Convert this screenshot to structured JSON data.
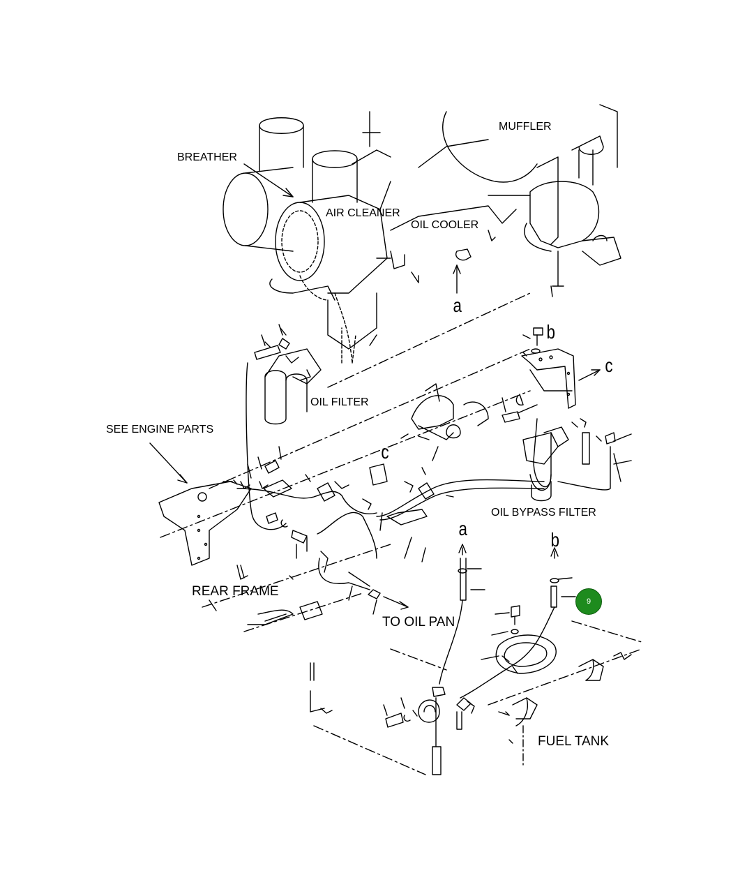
{
  "labels": {
    "muffler": "MUFFLER",
    "breather": "BREATHER",
    "air_cleaner": "AIR CLEANER",
    "oil_cooler": "OIL COOLER",
    "oil_filter": "OIL FILTER",
    "see_engine_parts": "SEE ENGINE PARTS",
    "oil_bypass_filter": "OIL BYPASS FILTER",
    "rear_frame": "REAR FRAME",
    "to_oil_pan": "TO OIL PAN",
    "fuel_tank": "FUEL TANK"
  },
  "connection_letters": {
    "a_top": "a",
    "b_top": "b",
    "c_right": "c",
    "c_mid": "c",
    "a_bottom": "a",
    "b_bottom": "b"
  },
  "callouts": [
    {
      "number": "9",
      "color": "#1e8b1e"
    }
  ],
  "colors": {
    "line": "#000000",
    "background": "#ffffff",
    "callout": "#1e8b1e"
  }
}
